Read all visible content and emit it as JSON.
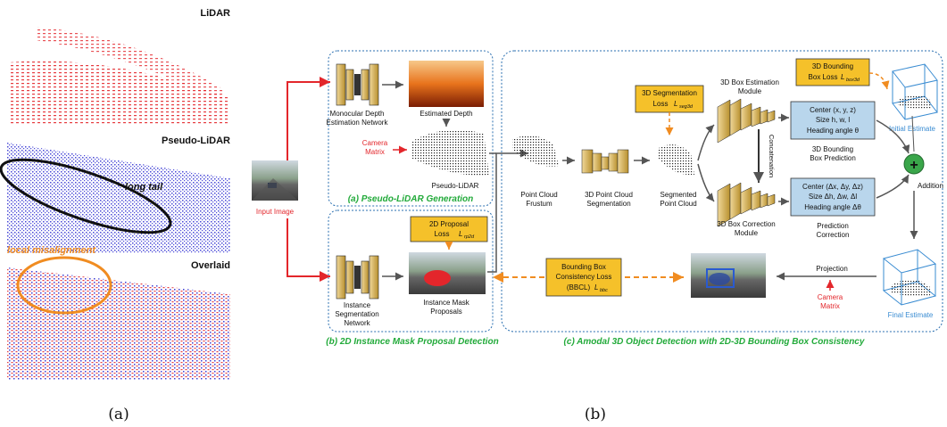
{
  "panel_a": {
    "sub_label": "(a)",
    "lidar_title": "LiDAR",
    "pseudo_title": "Pseudo-LiDAR",
    "overlaid_title": "Overlaid",
    "long_tail": "long tail",
    "local_misalignment": "local misalignment"
  },
  "panel_b": {
    "sub_label": "(b)",
    "input_image": "Input Image",
    "mono_depth": [
      "Monocular Depth",
      "Estimation Network"
    ],
    "estimated_depth": "Estimated Depth",
    "camera_matrix_top": [
      "Camera",
      "Matrix"
    ],
    "pseudo_lidar": "Pseudo-LiDAR",
    "section_a": "(a) Pseudo-LiDAR Generation",
    "proposal_loss": [
      "2D Proposal",
      "Loss"
    ],
    "proposal_loss_sym": "L",
    "proposal_loss_sub": "rp2d",
    "instance_seg": [
      "Instance",
      "Segmentation",
      "Network"
    ],
    "instance_mask": [
      "Instance Mask",
      "Proposals"
    ],
    "section_b": "(b) 2D Instance Mask Proposal Detection",
    "seg_loss": [
      "3D Segmentation",
      "Loss"
    ],
    "seg_loss_sym": "L",
    "seg_loss_sub": "seg3d",
    "pc_frustum": [
      "Point Cloud",
      "Frustum"
    ],
    "pc_seg": [
      "3D Point Cloud",
      "Segmentation"
    ],
    "segmented_pc": [
      "Segmented",
      "Point Cloud"
    ],
    "box_est": [
      "3D Box Estimation",
      "Module"
    ],
    "box_corr": [
      "3D Box Correction",
      "Module"
    ],
    "concat": "Concatenation",
    "box_loss": [
      "3D Bounding",
      "Box Loss"
    ],
    "box_loss_sym": "L",
    "box_loss_sub": "box3d",
    "center_box": [
      "Center (x, y, z)",
      "Size h, w, l",
      "Heading angle θ"
    ],
    "box_pred": [
      "3D Bounding",
      "Box Prediction"
    ],
    "corr_box": [
      "Center (Δx, Δy, Δz)",
      "Size Δh, Δw, Δl",
      "Heading angle Δθ"
    ],
    "pred_corr": [
      "Prediction",
      "Correction"
    ],
    "initial_estimate": "Initial Estimate",
    "addition": "Addition",
    "bbcl": [
      "Bounding Box",
      "Consistency Loss",
      "(BBCL)"
    ],
    "bbcl_sym": "L",
    "bbcl_sub": "bbc",
    "projection": "Projection",
    "camera_matrix_bottom": [
      "Camera",
      "Matrix"
    ],
    "final_estimate": "Final Estimate",
    "section_c": "(c) Amodal 3D Object Detection with 2D-3D Bounding Box Consistency"
  },
  "colors": {
    "accent_red": "#e3262b",
    "loss_box": "#f5c12a",
    "orange_arrow": "#f08c21",
    "blue_box": "#b9d6ec",
    "section_green": "#22aa3a",
    "addition_green": "#3aa64a",
    "estimate_blue": "#3a8cd2"
  }
}
